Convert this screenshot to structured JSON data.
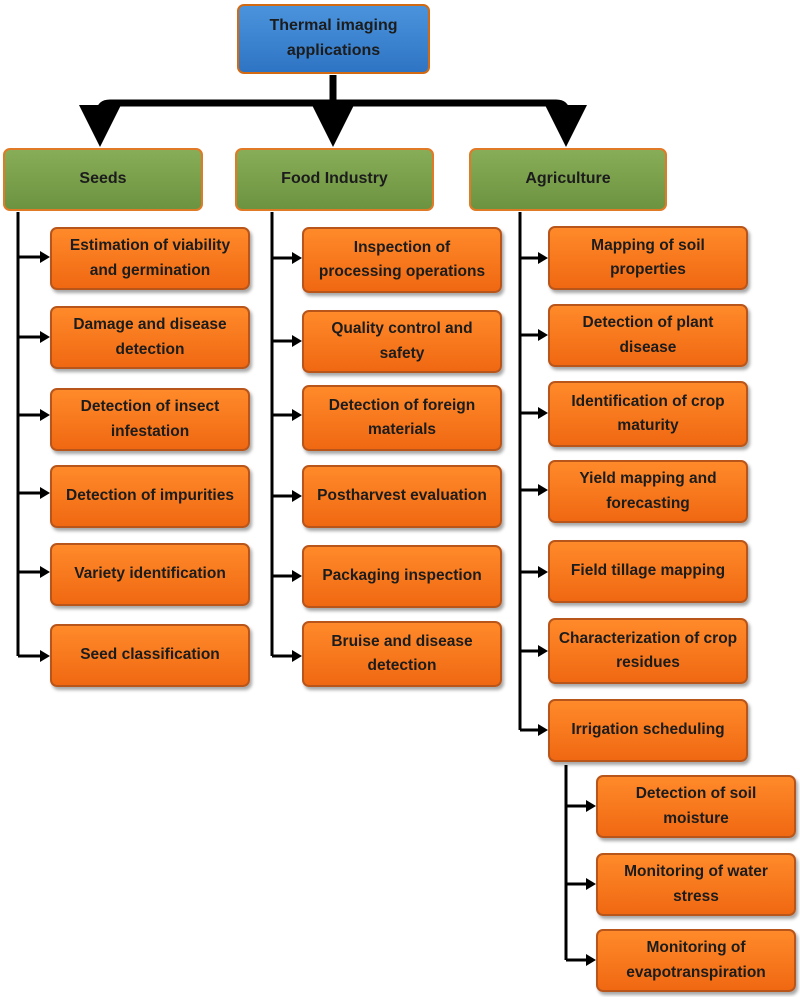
{
  "root": {
    "label": "Thermal imaging applications"
  },
  "categories": [
    {
      "label": "Seeds",
      "items": [
        "Estimation of viability and germination",
        "Damage and disease detection",
        "Detection of insect infestation",
        "Detection of impurities",
        "Variety identification",
        "Seed classification"
      ]
    },
    {
      "label": "Food Industry",
      "items": [
        "Inspection of processing operations",
        "Quality control and safety",
        "Detection of foreign materials",
        "Postharvest evaluation",
        "Packaging inspection",
        "Bruise and disease detection"
      ]
    },
    {
      "label": "Agriculture",
      "items": [
        "Mapping of soil properties",
        "Detection of plant disease",
        "Identification of crop maturity",
        "Yield mapping and forecasting",
        "Field tillage mapping",
        "Characterization of crop residues",
        "Irrigation scheduling"
      ]
    }
  ],
  "irrigation_children": [
    "Detection of soil moisture",
    "Monitoring of water stress",
    "Monitoring of evapotranspiration"
  ],
  "colors": {
    "root_fill": "#3a82d0",
    "category_fill": "#77a04a",
    "item_fill": "#f77518",
    "border": "#d26a14",
    "connector": "#000000"
  }
}
